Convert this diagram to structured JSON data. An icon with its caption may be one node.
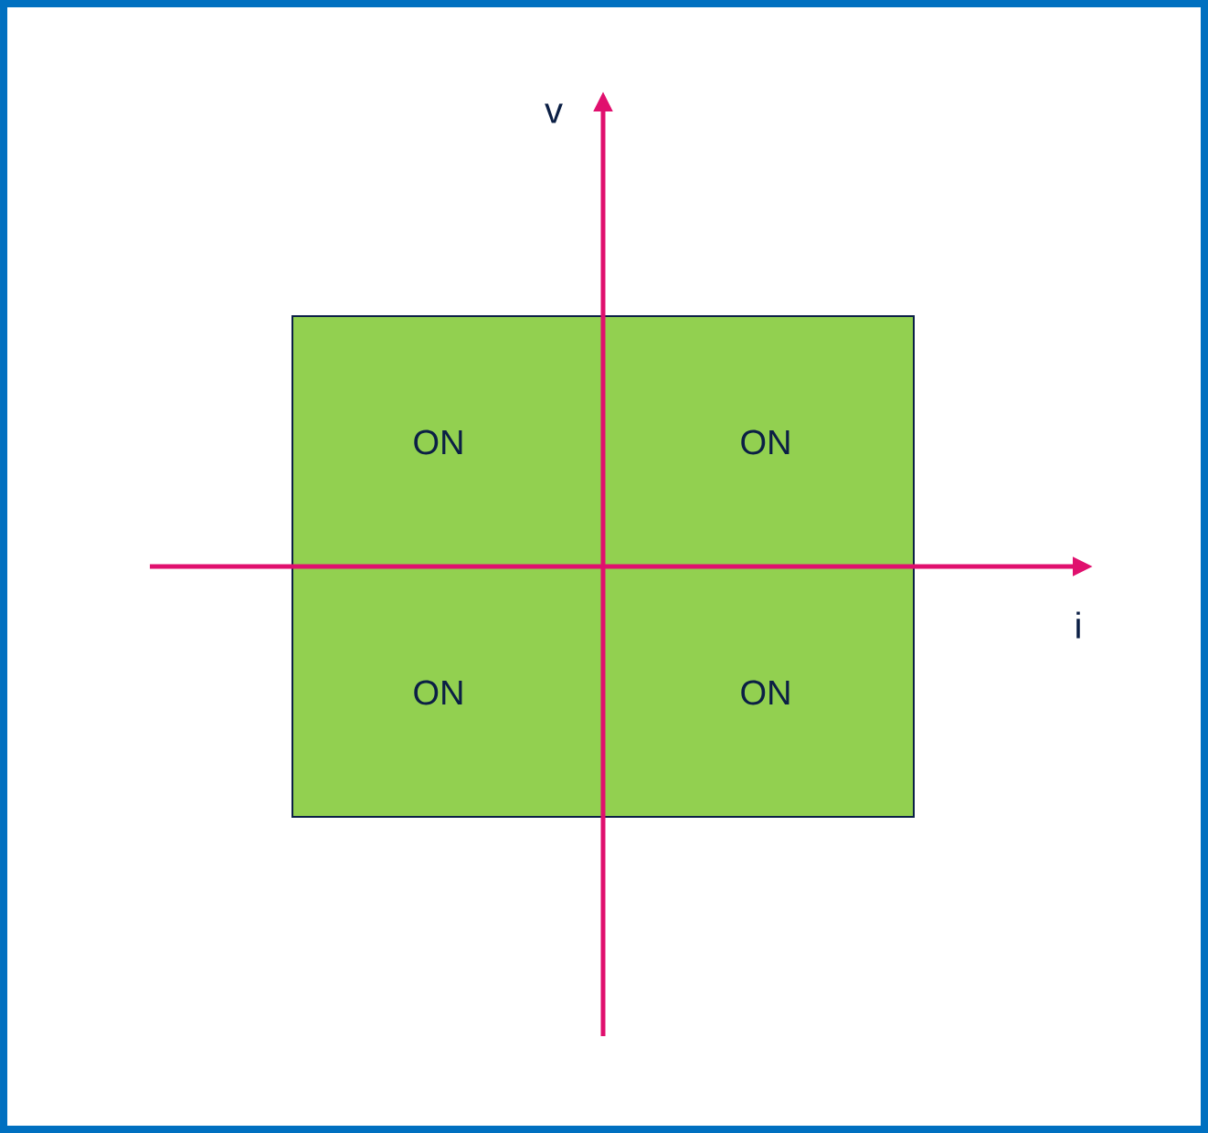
{
  "diagram": {
    "nodes": [
      {
        "text": [
          "ON",
          "ON",
          "ON",
          "ON"
        ]
      }
    ],
    "labels": [
      "v",
      "i"
    ]
  }
}
